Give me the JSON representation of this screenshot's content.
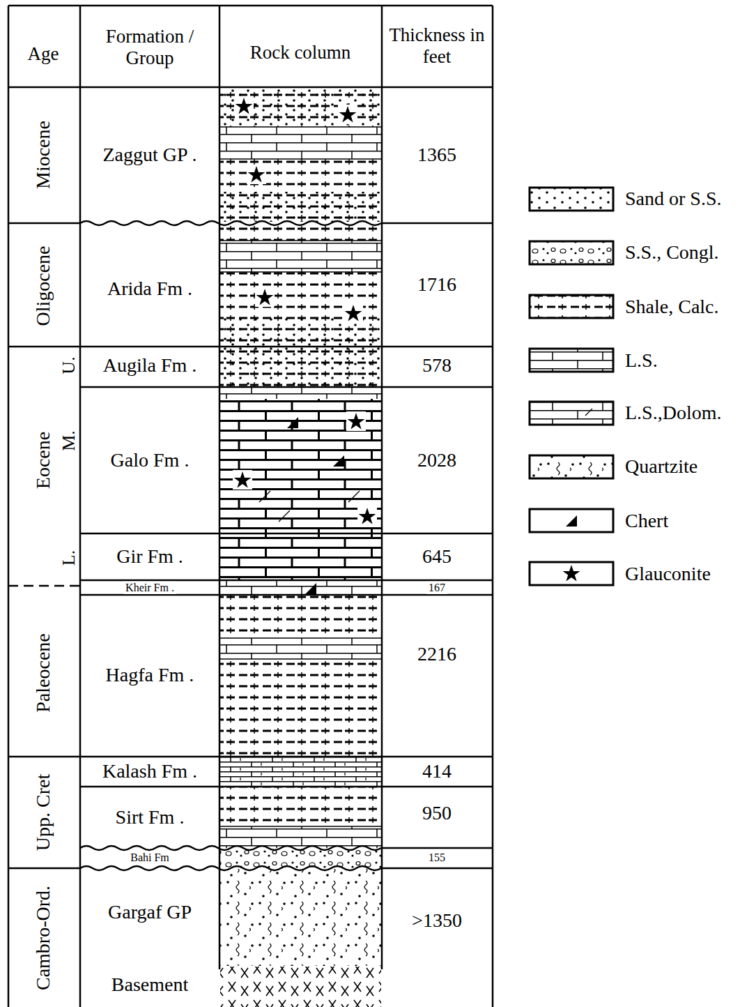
{
  "diagram": {
    "labels": [
      "Age",
      "Formation / Group",
      "Rock column",
      "Thickness in feet",
      "Miocene",
      "Zaggut GP .",
      "1365",
      "Oligocene",
      "Arida Fm .",
      "1716",
      "Eocene",
      "U.",
      "M.",
      "L.",
      "Augila Fm .",
      "578",
      "Galo Fm .",
      "2028",
      "Gir Fm .",
      "645",
      "Kheir Fm .",
      "167",
      "Paleocene",
      "Hagfa Fm .",
      "2216",
      "Upp. Cret",
      "Kalash Fm .",
      "414",
      "Sirt Fm .",
      "950",
      "Bahi Fm",
      "155",
      "Cambro-Ord.",
      "Gargaf GP",
      ">1350",
      "Basement"
    ],
    "legend": [
      {
        "text": "Sand or S.S."
      },
      {
        "text": "S.S., Congl."
      },
      {
        "text": "Shale, Calc."
      },
      {
        "text": "L.S."
      },
      {
        "text": "L.S.,Dolom."
      },
      {
        "text": "Quartzite"
      },
      {
        "text": "Chert"
      },
      {
        "text": "Glauconite"
      }
    ]
  }
}
